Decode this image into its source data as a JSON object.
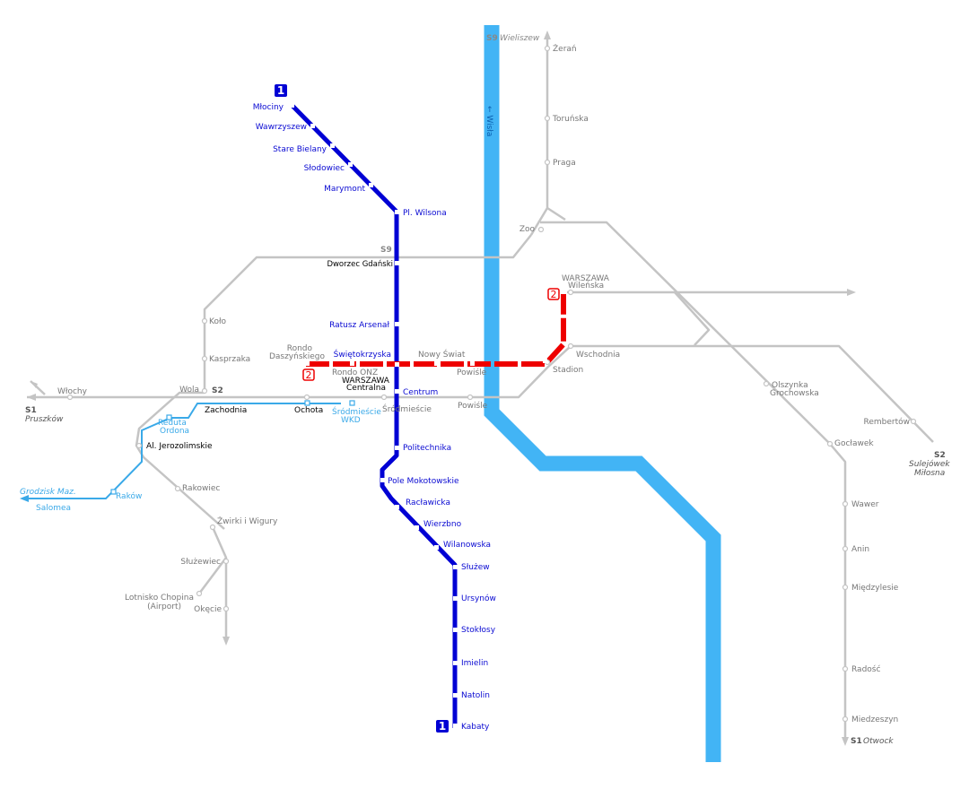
{
  "colors": {
    "line1": "#0000d4",
    "line2": "#ee0000",
    "river": "#42b4f5",
    "rail": "#c4c4c4",
    "wkd": "#3aa9e8",
    "rail_label": "#777777"
  },
  "river": {
    "name": "← Wisła"
  },
  "line1": {
    "badge_top": "1",
    "badge_bottom": "1",
    "stations": [
      "Młociny",
      "Wawrzyszew",
      "Stare Bielany",
      "Słodowiec",
      "Marymont",
      "Pl. Wilsona",
      "Dworzec Gdański",
      "Ratusz Arsenał",
      "Świętokrzyska",
      "Centrum",
      "Politechnika",
      "Pole Mokotowskie",
      "Racławicka",
      "Wierzbno",
      "Wilanowska",
      "Służew",
      "Ursynów",
      "Stokłosy",
      "Imielin",
      "Natolin",
      "Kabaty"
    ]
  },
  "line2": {
    "badge_west": "2",
    "badge_east": "2",
    "stations": {
      "rondo_daszynskiego_1": "Rondo",
      "rondo_daszynskiego_2": "Daszyńskiego",
      "rondo_onz": "Rondo ONZ",
      "nowy_swiat": "Nowy Świat",
      "powisle": "Powiśle",
      "stadion": "Stadion",
      "wilenska_1": "WARSZAWA",
      "wilenska_2": "Wileńska"
    }
  },
  "rail": {
    "s9_north": "S9",
    "s9_north_dest": "Wieliszew",
    "s9_junction": "S9",
    "zeran": "Żerań",
    "torunska": "Toruńska",
    "praga": "Praga",
    "zoo": "Zoo",
    "kolo": "Koło",
    "kasprzaka": "Kasprzaka",
    "wola": "Wola",
    "wlochy": "Włochy",
    "s1_west": "S1",
    "s1_west_dest": "Pruszków",
    "s2_west": "S2",
    "zachodnia": "Zachodnia",
    "ochota": "Ochota",
    "centralna_1": "WARSZAWA",
    "centralna_2": "Centralna",
    "srodmiescie": "Śródmieście",
    "powisle_rail": "Powiśle",
    "wschodnia": "Wschodnia",
    "olszynka_1": "Olszynka",
    "olszynka_2": "Grochowska",
    "rembertow": "Rembertów",
    "s2_east": "S2",
    "s2_east_dest_1": "Sulejówek",
    "s2_east_dest_2": "Miłosna",
    "goclawek": "Gocławek",
    "wawer": "Wawer",
    "anin": "Anin",
    "miedzylesie": "Międzylesie",
    "radosc": "Radość",
    "miedzeszyn": "Miedzeszyn",
    "s1_east": "S1",
    "s1_east_dest": "Otwock",
    "al_jerozolimskie": "Al. Jerozolimskie",
    "rakowiec": "Rakowiec",
    "zwirki": "Żwirki i Wigury",
    "sluzewiec": "Służewiec",
    "lotnisko_1": "Lotnisko Chopina",
    "lotnisko_2": "(Airport)",
    "okecie": "Okęcie"
  },
  "wkd": {
    "reduta_1": "Reduta",
    "reduta_2": "Ordona",
    "rakow": "Raków",
    "grodzisk": "Grodzisk Maz.",
    "salomea": "Salomea",
    "srodmiescie_wkd_1": "Śródmieście",
    "srodmiescie_wkd_2": "WKD"
  }
}
